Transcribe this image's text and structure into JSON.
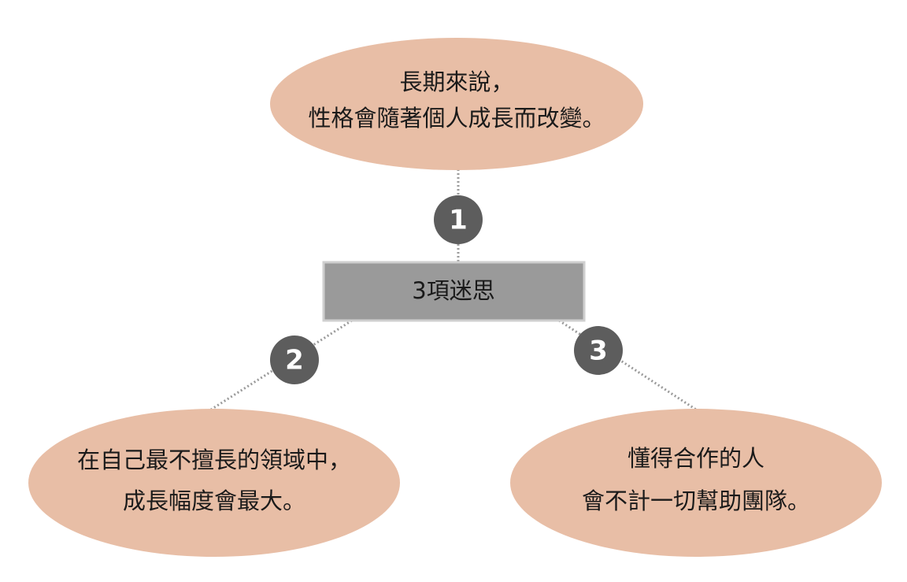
{
  "center": {
    "label": "3項迷思"
  },
  "myths": [
    {
      "number": "1",
      "lines": [
        "長期來說，",
        "性格會隨著個人成長而改變。"
      ]
    },
    {
      "number": "2",
      "lines": [
        "在自己最不擅長的領域中，",
        "成長幅度會最大。"
      ]
    },
    {
      "number": "3",
      "lines": [
        "懂得合作的人",
        "會不計一切幫助團隊。"
      ]
    }
  ],
  "colors": {
    "ellipse_fill": "#e8bea6",
    "box_fill": "#9a9a9a",
    "box_border": "#cfcfcf",
    "badge_fill": "#5d5d5d",
    "badge_text": "#ffffff",
    "text": "#1a1a1a",
    "connector": "#9a9a9a"
  }
}
